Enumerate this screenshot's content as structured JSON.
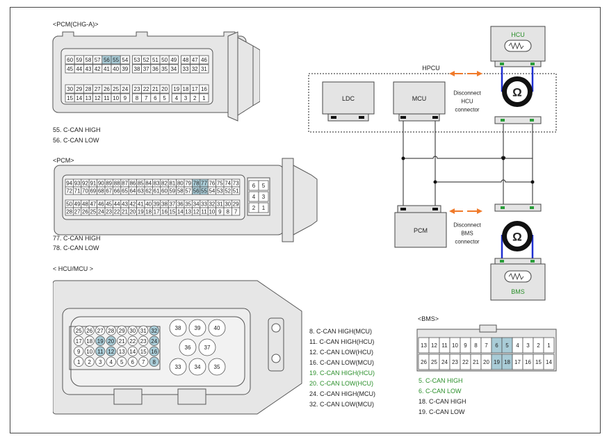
{
  "connectors": {
    "pcm_chg_a": {
      "title": "<PCM(CHG-A)>",
      "rows": [
        [
          "60",
          "59",
          "58",
          "57",
          "56",
          "55",
          "54",
          "53",
          "52",
          "51",
          "50",
          "49",
          "48",
          "47",
          "46"
        ],
        [
          "45",
          "44",
          "43",
          "42",
          "41",
          "40",
          "39",
          "38",
          "37",
          "36",
          "35",
          "34",
          "33",
          "32",
          "31"
        ],
        [
          "30",
          "29",
          "28",
          "27",
          "26",
          "25",
          "24",
          "23",
          "22",
          "21",
          "20",
          "19",
          "18",
          "17",
          "16"
        ],
        [
          "15",
          "14",
          "13",
          "12",
          "11",
          "10",
          "9",
          "8",
          "7",
          "6",
          "5",
          "4",
          "3",
          "2",
          "1"
        ]
      ],
      "highlight": [
        "56",
        "55"
      ],
      "notes": [
        "55. C-CAN HIGH",
        "56. C-CAN LOW"
      ]
    },
    "pcm": {
      "title": "<PCM>",
      "rows": [
        [
          "94",
          "93",
          "92",
          "91",
          "90",
          "89",
          "88",
          "87",
          "86",
          "85",
          "84",
          "83",
          "82",
          "81",
          "80",
          "79",
          "78",
          "77",
          "76",
          "75",
          "74",
          "73"
        ],
        [
          "72",
          "71",
          "70",
          "69",
          "68",
          "67",
          "66",
          "65",
          "64",
          "63",
          "62",
          "61",
          "60",
          "59",
          "58",
          "57",
          "56",
          "55",
          "54",
          "53",
          "52",
          "51"
        ],
        [
          "50",
          "49",
          "48",
          "47",
          "46",
          "45",
          "44",
          "43",
          "42",
          "41",
          "40",
          "39",
          "38",
          "37",
          "36",
          "35",
          "34",
          "33",
          "32",
          "31",
          "30",
          "29"
        ],
        [
          "28",
          "27",
          "26",
          "25",
          "24",
          "23",
          "22",
          "21",
          "20",
          "19",
          "18",
          "17",
          "16",
          "15",
          "14",
          "13",
          "12",
          "11",
          "10",
          "9",
          "8",
          "7"
        ]
      ],
      "side": [
        [
          "6",
          "5"
        ],
        [
          "4",
          "3"
        ],
        [
          "2",
          "1"
        ]
      ],
      "highlight": [
        "78",
        "77",
        "56",
        "55"
      ],
      "notes": [
        "77.  C-CAN HIGH",
        "78. C-CAN LOW"
      ]
    },
    "hcu_mcu": {
      "title": "< HCU/MCU     >",
      "rows": [
        [
          "25",
          "26",
          "27",
          "28",
          "29",
          "30",
          "31",
          "32"
        ],
        [
          "17",
          "18",
          "19",
          "20",
          "21",
          "22",
          "23",
          "24"
        ],
        [
          "9",
          "10",
          "11",
          "12",
          "13",
          "14",
          "15",
          "16"
        ],
        [
          "1",
          "2",
          "3",
          "4",
          "5",
          "6",
          "7",
          "8"
        ]
      ],
      "large": [
        "38",
        "39",
        "40",
        "36",
        "37",
        "33",
        "34",
        "35"
      ],
      "highlight": [
        "32",
        "24",
        "16",
        "8",
        "19",
        "20",
        "11",
        "12"
      ],
      "notes": [
        {
          "text": "8.  C-CAN HIGH(MCU)",
          "color": "#222222"
        },
        {
          "text": "11.   C-CAN HIGH(HCU)",
          "color": "#222222"
        },
        {
          "text": "12. C-CAN LOW(HCU)",
          "color": "#222222"
        },
        {
          "text": "16. C-CAN LOW(MCU)",
          "color": "#222222"
        },
        {
          "text": "19.   C-CAN HIGH(HCU)",
          "color": "#2a8f2a"
        },
        {
          "text": "20. C-CAN LOW(HCU)",
          "color": "#2a8f2a"
        },
        {
          "text": "24.   C-CAN HIGH(MCU)",
          "color": "#222222"
        },
        {
          "text": "32. C-CAN LOW(MCU)",
          "color": "#222222"
        }
      ]
    },
    "bms": {
      "title": "<BMS>",
      "rows": [
        [
          "13",
          "12",
          "11",
          "10",
          "9",
          "8",
          "7",
          "6",
          "5",
          "4",
          "3",
          "2",
          "1"
        ],
        [
          "26",
          "25",
          "24",
          "23",
          "22",
          "21",
          "20",
          "19",
          "18",
          "17",
          "16",
          "15",
          "14"
        ]
      ],
      "highlight": [
        "6",
        "5",
        "19",
        "18"
      ],
      "notes": [
        {
          "text": "5.  C-CAN HIGH",
          "color": "#2a8f2a"
        },
        {
          "text": "6. C-CAN LOW",
          "color": "#2a8f2a"
        },
        {
          "text": "18.   C-CAN HIGH",
          "color": "#222222"
        },
        {
          "text": "19. C-CAN LOW",
          "color": "#222222"
        }
      ]
    }
  },
  "schematic": {
    "hpcu_label": "HPCU",
    "ldc": "LDC",
    "mcu": "MCU",
    "pcm": "PCM",
    "hcu": "HCU",
    "bms": "BMS",
    "ohm_symbol": "Ω",
    "disconnect_hcu": [
      "Disconnect",
      "HCU",
      "connector"
    ],
    "disconnect_bms": [
      "Disconnect",
      "BMS",
      "connector"
    ],
    "colors": {
      "arrow": "#f07a2a",
      "meter_lead": "#1f2fd0",
      "meter_body": "#111111",
      "pin": "#2a9d3a",
      "module": "#e4e4e4"
    }
  }
}
